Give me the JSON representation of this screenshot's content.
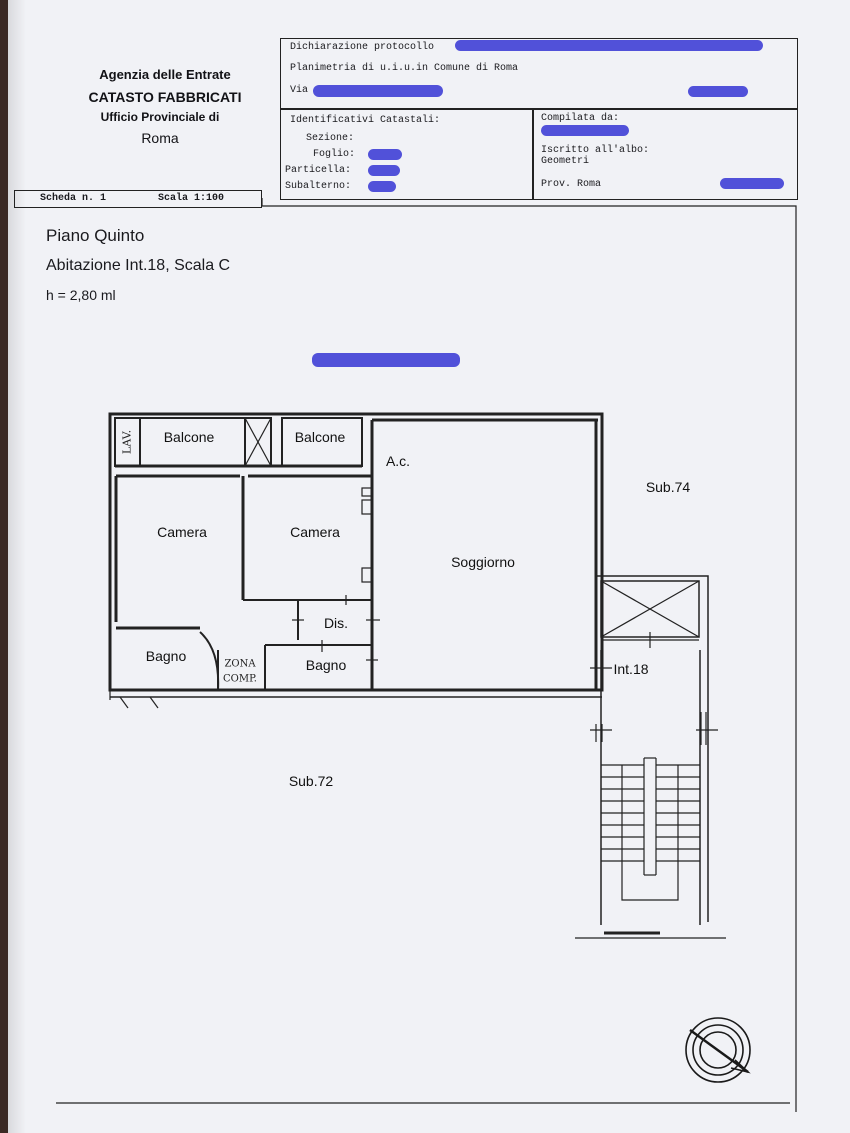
{
  "agency": {
    "line1": "Agenzia delle Entrate",
    "line2": "CATASTO FABBRICATI",
    "line3": "Ufficio Provinciale di",
    "line4": "Roma"
  },
  "header": {
    "dichiarazione": "Dichiarazione protocollo",
    "planimetria": "Planimetria di u.i.u.in Comune di Roma",
    "via": "Via",
    "identificativi": "Identificativi Catastali:",
    "sezione": "Sezione:",
    "foglio": "Foglio:",
    "particella": "Particella:",
    "subalterno": "Subalterno:",
    "compilata": "Compilata da:",
    "iscritto": "Iscritto all'albo:",
    "albo_value": "Geometri",
    "prov": "Prov. Roma",
    "scheda": "Scheda n. 1",
    "scala": "Scala 1:100"
  },
  "info": {
    "piano": "Piano Quinto",
    "abitazione": "Abitazione Int.18, Scala C",
    "altezza": "h = 2,80 ml"
  },
  "rooms": {
    "balcone_left": "Balcone",
    "balcone_right": "Balcone",
    "ac": "A.c.",
    "camera_left": "Camera",
    "camera_right": "Camera",
    "soggiorno": "Soggiorno",
    "dis": "Dis.",
    "bagno_left": "Bagno",
    "bagno_right": "Bagno",
    "lav": "LAV.",
    "zona_1": "ZONA",
    "zona_2": "COMP.",
    "int": "Int.18",
    "sub74": "Sub.74",
    "sub72": "Sub.72"
  },
  "colors": {
    "redaction": "#3f3fd6",
    "paper": "#f1f2f6",
    "ink": "#1a1a1e"
  }
}
